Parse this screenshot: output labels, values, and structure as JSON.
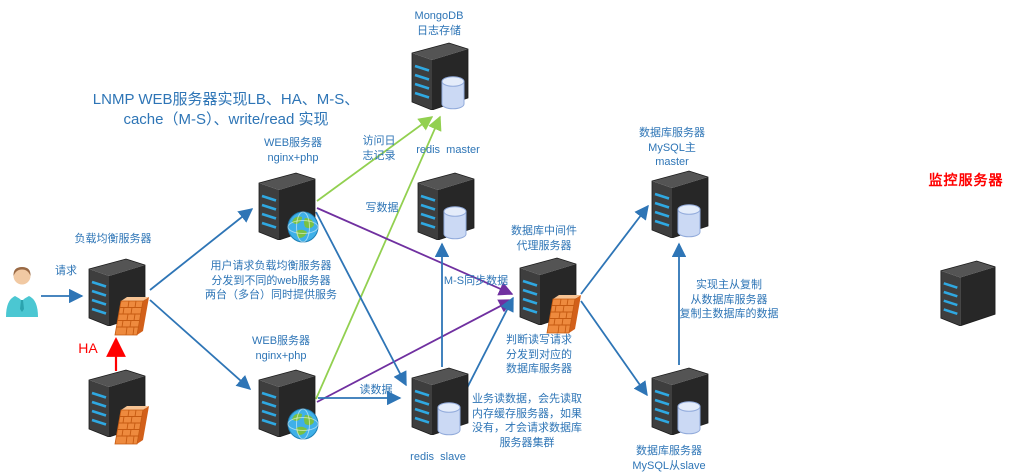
{
  "title": "LNMP WEB服务器实现LB、HA、M-S、\ncache（M-S）、write/read 实现",
  "nodes": {
    "mongodb": "MongoDB\n日志存储",
    "web1": "WEB服务器\nnginx+php",
    "web2": "WEB服务器\nnginx+php",
    "lb": "负载均衡服务器",
    "redis_master": "redis  master",
    "redis_slave": "redis  slave",
    "middleware": "数据库中间件\n代理服务器",
    "mysql_master": "数据库服务器\nMySQL主\nmaster",
    "mysql_slave": "数据库服务器\nMySQL从slave",
    "monitor": "监控服务器"
  },
  "edges": {
    "request": "请求",
    "ha": "HA",
    "access_log": "访问日\n志记录",
    "write_data": "写数据",
    "read_data": "读数据",
    "ms_sync": "M-S同步数据"
  },
  "notes": {
    "lb": "用户请求负载均衡服务器\n分发到不同的web服务器\n两台（多台）同时提供服务",
    "middleware": "判断读写请求\n分发到对应的\n数据库服务器",
    "cache": "业务读数据，会先读取\n内存缓存服务器，如果\n没有，才会请求数据库\n服务器集群",
    "replication": "实现主从复制\n从数据库服务器\n复制主数据库的数据"
  },
  "colors": {
    "text_blue": "#2E75B6",
    "arrow_blue": "#2E75B6",
    "arrow_green": "#92D050",
    "arrow_purple": "#7030A0",
    "arrow_red": "#FF0000",
    "server_body": "#2d2d2d",
    "server_slot": "#2FA8E1",
    "firewall_orange": "#EE8A3E",
    "db_cylinder": "#CBD9F4"
  },
  "icons": {
    "server": "server-tower-icon",
    "database": "database-cylinder-icon",
    "firewall": "firewall-icon",
    "globe": "globe-icon",
    "user": "person-icon"
  }
}
